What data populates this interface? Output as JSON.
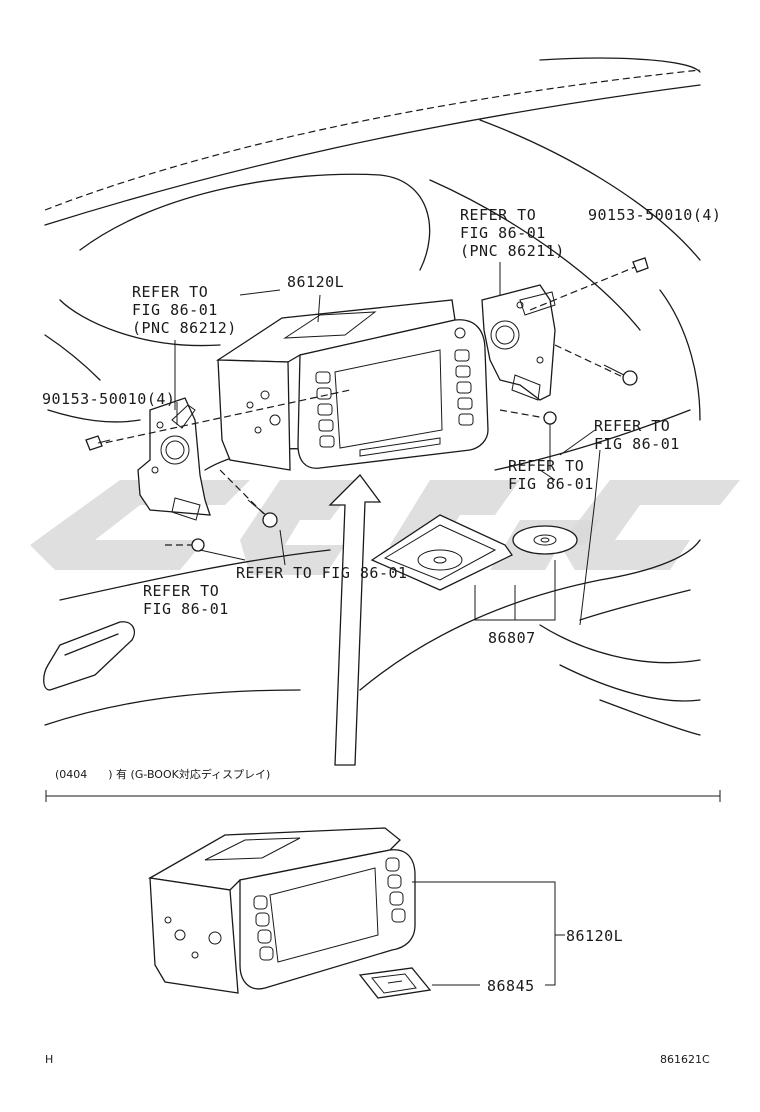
{
  "labels": {
    "top_display": "86120L",
    "refer_left_1": "REFER TO",
    "refer_left_2": "FIG 86-01",
    "refer_left_3": "(PNC 86212)",
    "refer_right_1": "REFER TO",
    "refer_right_2": "FIG 86-01",
    "refer_right_3": "(PNC 86211)",
    "bolt_left": "90153-50010(4)",
    "bolt_right": "90153-50010(4)",
    "refer_mid_right_1": "REFER TO",
    "refer_mid_right_2": "FIG 86-01",
    "refer_center_1": "REFER TO",
    "refer_center_2": "FIG 86-01",
    "refer_bottom_left_1": "REFER TO",
    "refer_bottom_left_2": "FIG 86-01",
    "refer_bottom_center": "REFER TO FIG 86-01",
    "disc_part": "86807",
    "variant_note": "(0404      ) 有 (G-BOOK対応ディスプレイ)",
    "bottom_display": "86120L",
    "bottom_card": "86845",
    "corner_mark": "H",
    "figure_id": "861621C"
  }
}
